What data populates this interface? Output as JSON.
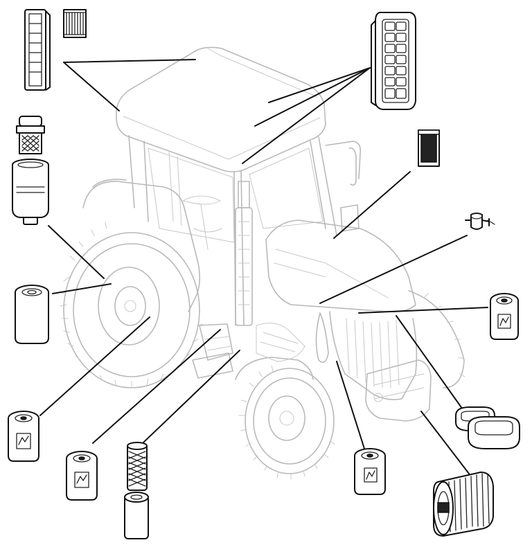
{
  "diagram": {
    "subject": "tractor",
    "parts": [
      {
        "id": "cab-air-filter-left",
        "icon": "cab-filter-icon"
      },
      {
        "id": "cab-filter-mesh-small",
        "icon": "mesh-filter-icon"
      },
      {
        "id": "cab-air-filter-grille",
        "icon": "grille-filter-icon"
      },
      {
        "id": "cabin-filter-dark",
        "icon": "dark-filter-icon"
      },
      {
        "id": "inline-fuel-filter",
        "icon": "inline-filter-icon"
      },
      {
        "id": "fuel-prefilter-strainer",
        "icon": "strainer-icon"
      },
      {
        "id": "fuel-filter-bowl",
        "icon": "bowl-filter-icon"
      },
      {
        "id": "hydraulic-filter-left",
        "icon": "canister-filter-icon"
      },
      {
        "id": "spin-on-filter-left",
        "icon": "spin-on-filter-icon"
      },
      {
        "id": "spin-on-filter-mid",
        "icon": "spin-on-filter-icon"
      },
      {
        "id": "cartridge-filter-pair",
        "icon": "cartridge-filter-icon"
      },
      {
        "id": "spin-on-filter-front",
        "icon": "spin-on-filter-icon"
      },
      {
        "id": "spin-on-filter-right",
        "icon": "spin-on-filter-icon"
      },
      {
        "id": "oval-air-filter-pair",
        "icon": "oval-air-filter-icon"
      },
      {
        "id": "primary-air-filter",
        "icon": "air-filter-cylinder-icon"
      }
    ]
  }
}
